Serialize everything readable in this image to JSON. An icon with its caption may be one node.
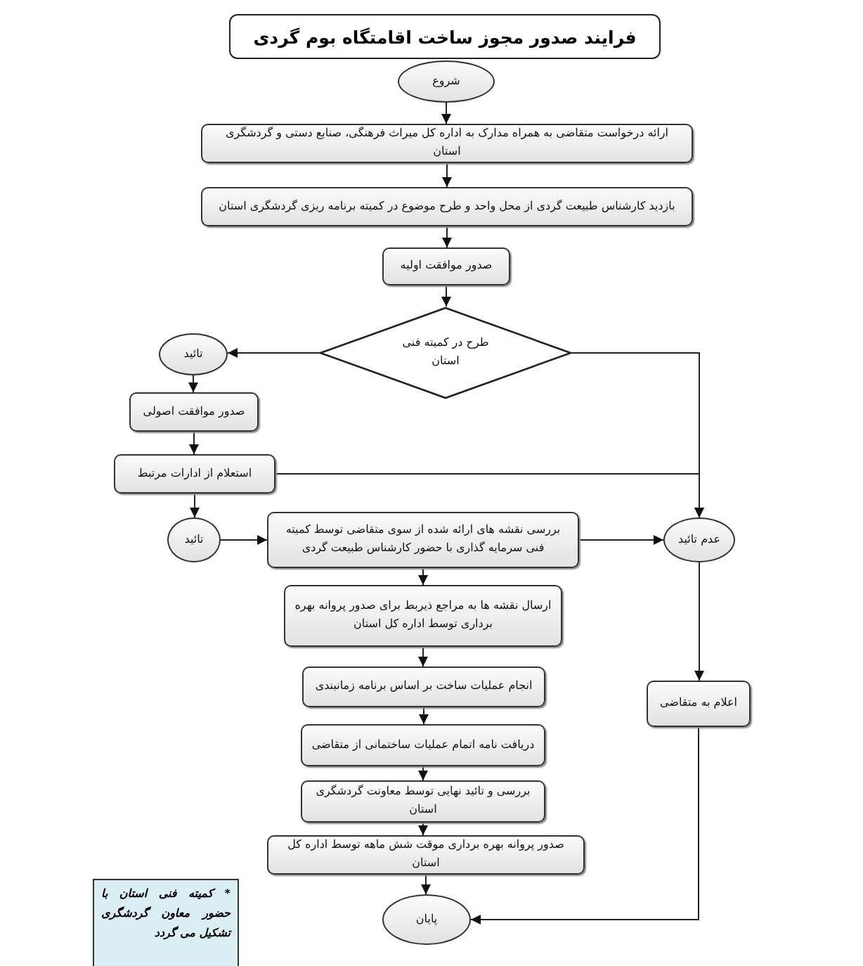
{
  "diagram": {
    "title": "فرایند صدور مجوز ساخت اقامتگاه بوم گردی",
    "nodes": [
      {
        "text": [
          "شروع"
        ]
      },
      {
        "text": [
          "ارائه درخواست متقاضی به همراه مدارک به اداره کل میراث فرهنگی، صنایع دستی و گردشگری استان"
        ]
      },
      {
        "text": [
          "بازدید کارشناس طبیعت گردی از محل واحد و طرح موضوع در کمیته برنامه ریزی گردشگری استان"
        ]
      },
      {
        "text": [
          "صدور موافقت اولیه"
        ]
      },
      {
        "text": [
          "طرح در کمیته فنی استان"
        ]
      },
      {
        "text": [
          "تائید"
        ]
      },
      {
        "text": [
          "صدور موافقت اصولی"
        ]
      },
      {
        "text": [
          "استعلام از ادارات مرتبط"
        ]
      },
      {
        "text": [
          "تائید"
        ]
      },
      {
        "text": [
          "بررسی نقشه های ارائه شده از سوی متقاضی توسط کمیته فنی سرمایه گذاری با حضور کارشناس طبیعت گردی"
        ]
      },
      {
        "text": [
          "عدم تائید"
        ]
      },
      {
        "text": [
          "ارسال نقشه ها به مراجع ذیربط برای صدور پروانه بهره برداری توسط اداره کل استان"
        ]
      },
      {
        "text": [
          "انجام عملیات ساخت بر اساس برنامه زمانبندی"
        ]
      },
      {
        "text": [
          "دریافت نامه اتمام عملیات ساختمانی از متقاضی"
        ]
      },
      {
        "text": [
          "بررسی و تائید نهایی توسط معاونت گردشگری استان"
        ]
      },
      {
        "text": [
          "صدور پروانه بهره برداری موقت شش ماهه توسط اداره کل استان"
        ]
      },
      {
        "text": [
          "پایان"
        ]
      },
      {
        "text": [
          "اعلام به متقاضی"
        ]
      }
    ],
    "edges": [
      {
        "from": 0,
        "to": 1,
        "arrow": "to"
      },
      {
        "from": 1,
        "to": 2,
        "arrow": "to"
      },
      {
        "from": 2,
        "to": 3,
        "arrow": "to"
      },
      {
        "from": 3,
        "to": 4,
        "arrow": "to"
      },
      {
        "from": 4,
        "to": 5,
        "arrow": "to"
      },
      {
        "from": 4,
        "to": 10,
        "arrow": "to"
      },
      {
        "from": 5,
        "to": 6,
        "arrow": "to"
      },
      {
        "from": 6,
        "to": 7,
        "arrow": "to"
      },
      {
        "from": 7,
        "to": 8,
        "arrow": "to"
      },
      {
        "from": 7,
        "to": 10,
        "arrow": "to"
      },
      {
        "from": 8,
        "to": 9,
        "arrow": "to"
      },
      {
        "from": 9,
        "to": 10,
        "arrow": "to"
      },
      {
        "from": 9,
        "to": 11,
        "arrow": "to"
      },
      {
        "from": 11,
        "to": 12,
        "arrow": "to"
      },
      {
        "from": 12,
        "to": 13,
        "arrow": "to"
      },
      {
        "from": 13,
        "to": 14,
        "arrow": "to"
      },
      {
        "from": 14,
        "to": 15,
        "arrow": "to"
      },
      {
        "from": 15,
        "to": 16,
        "arrow": "to"
      },
      {
        "from": 10,
        "to": 17,
        "arrow": "to"
      },
      {
        "from": 17,
        "to": 16,
        "arrow": "to"
      }
    ],
    "labels": [
      "* کمیته فنی استان با حضور معاون گردشگری تشکیل می گردد"
    ]
  }
}
